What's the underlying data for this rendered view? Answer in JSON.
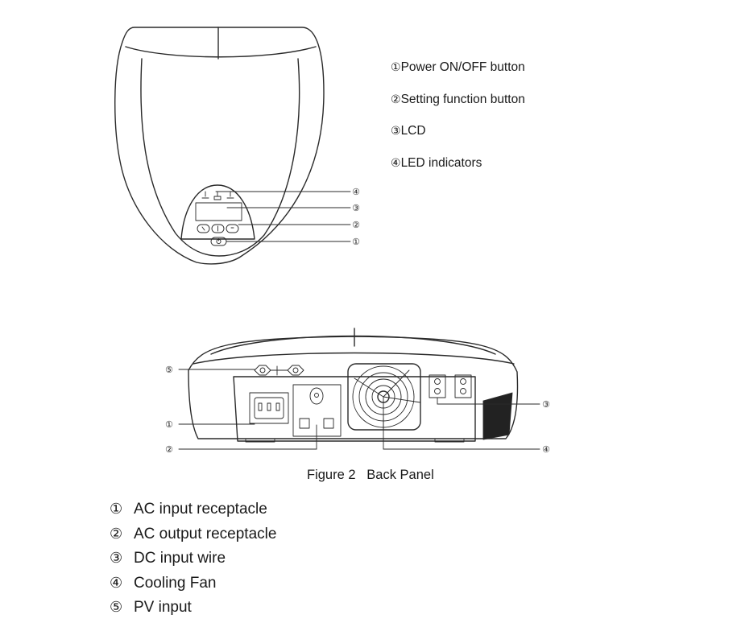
{
  "front_panel": {
    "callouts": [
      "④",
      "③",
      "②",
      "①"
    ],
    "legend": [
      {
        "num": "①",
        "label": "Power ON/OFF button"
      },
      {
        "num": "②",
        "label": "Setting function button"
      },
      {
        "num": "③",
        "label": "LCD"
      },
      {
        "num": "④",
        "label": "LED indicators"
      }
    ]
  },
  "back_panel": {
    "callouts": [
      "⑤",
      "①",
      "②",
      "③",
      "④"
    ],
    "caption": "Figure 2   Back Panel",
    "legend": [
      {
        "num": "①",
        "label": "AC input receptacle"
      },
      {
        "num": "②",
        "label": "AC output receptacle"
      },
      {
        "num": "③",
        "label": "DC input wire"
      },
      {
        "num": "④",
        "label": "Cooling Fan"
      },
      {
        "num": "⑤",
        "label": "PV input"
      }
    ]
  }
}
